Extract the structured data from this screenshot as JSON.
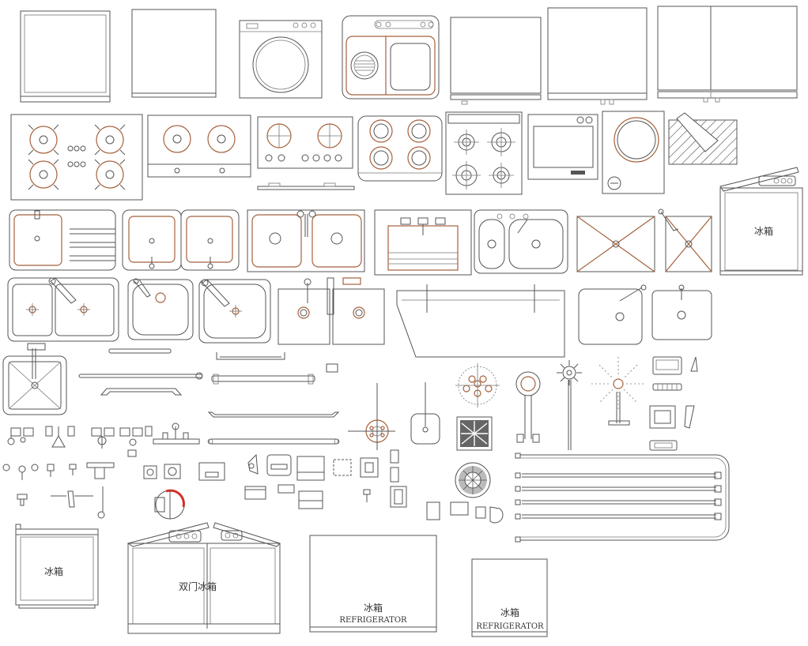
{
  "labels": {
    "fridge_right": "冰箱",
    "fridge_small": "冰箱",
    "fridge_double": "双门冰箱",
    "fridge_large": "冰箱",
    "fridge_large_en": "REFRIGERATOR",
    "fridge_bottom": "冰箱",
    "fridge_bottom_en": "REFRIGERATOR"
  },
  "colors": {
    "line": "#555555",
    "accent": "#a5623c",
    "background": "#ffffff"
  }
}
